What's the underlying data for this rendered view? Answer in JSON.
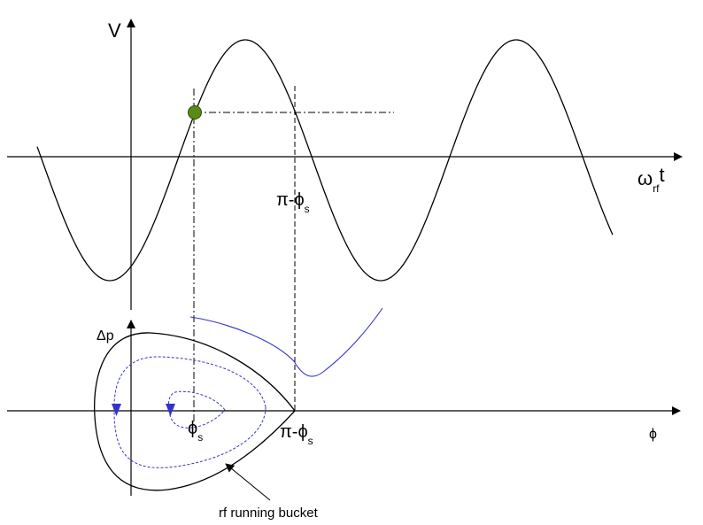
{
  "labels": {
    "v_axis": "V",
    "time_axis_main": "ω",
    "time_axis_sub": "rf",
    "time_axis_tail": "t",
    "pi_minus_phis_top_main": "π-ϕ",
    "pi_minus_phis_top_sub": "s",
    "dp_axis": "Δp",
    "phi_s_main": "ϕ",
    "phi_s_sub": "s",
    "pi_minus_phis_bottom_main": "π-ϕ",
    "pi_minus_phis_bottom_sub": "s",
    "phi_axis": "ϕ",
    "bucket_label": "rf running bucket"
  },
  "colors": {
    "axis": "#000000",
    "curve": "#000000",
    "guide": "#000000",
    "trajectory": "#3333cc",
    "marker_fill": "#5a8a1a",
    "marker_stroke": "#2e4d08"
  }
}
